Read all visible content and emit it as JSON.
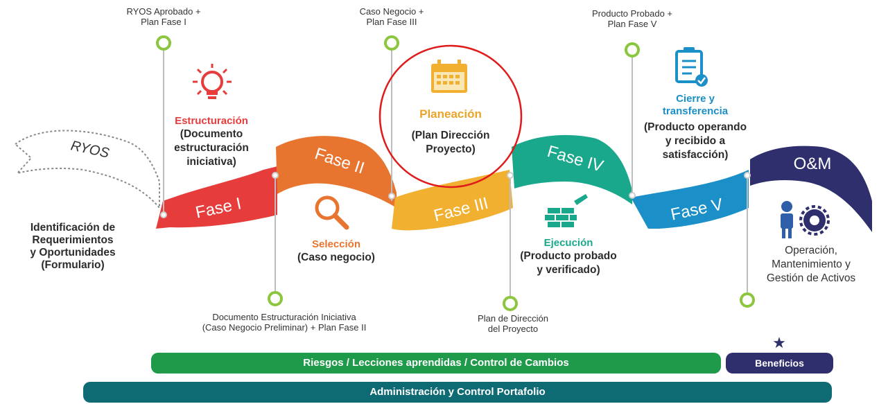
{
  "milestones": {
    "m1": [
      "RYOS Aprobado +",
      "Plan Fase I"
    ],
    "m2": [
      "Documento Estructuración Iniciativa",
      "(Caso Negocio Preliminar) + Plan Fase II"
    ],
    "m3": [
      "Caso Negocio +",
      "Plan Fase III"
    ],
    "m4": [
      "Plan de Dirección",
      "del Proyecto"
    ],
    "m5": [
      "Producto Probado +",
      "Plan Fase V"
    ]
  },
  "ryos": "RYOS",
  "identificacion": [
    "Identificación de",
    "Requerimientos",
    "y Oportunidades",
    "(Formulario)"
  ],
  "phases": {
    "f1": "Fase I",
    "f2": "Fase II",
    "f3": "Fase III",
    "f4": "Fase IV",
    "f5": "Fase V",
    "om": "O&M"
  },
  "stages": {
    "estructuracion": {
      "title": "Estructuración",
      "desc": [
        "(Documento",
        "estructuración",
        "iniciativa)"
      ]
    },
    "seleccion": {
      "title": "Selección",
      "desc": [
        "(Caso negocio)"
      ]
    },
    "planeacion": {
      "title": "Planeación",
      "desc": [
        "(Plan Dirección",
        "Proyecto)"
      ]
    },
    "ejecucion": {
      "title": "Ejecución",
      "desc": [
        "(Producto probado",
        "y verificado)"
      ]
    },
    "cierre": {
      "title": [
        "Cierre y",
        "transferencia"
      ],
      "desc": [
        "(Producto operando",
        "y recibido a",
        "satisfacción)"
      ]
    },
    "operacion": {
      "desc": [
        "Operación,",
        "Mantenimiento y",
        "Gestión de Activos"
      ]
    }
  },
  "bars": {
    "riesgos": "Riesgos / Lecciones aprendidas / Control de Cambios",
    "beneficios": "Beneficios",
    "portafolio": "Administración y Control Portafolio"
  },
  "colors": {
    "fase1": "#e63c3c",
    "fase2": "#e8752f",
    "fase3": "#f2b030",
    "fase4": "#1aa88c",
    "fase5": "#1a8fc8",
    "om": "#2f2f6e",
    "milestone": "#8cc63f",
    "risk_bar": "#1f9a4b",
    "benefit_bar": "#2f2f6e",
    "portfolio_bar": "#0e6b73",
    "highlight_circle": "#e01b1b"
  }
}
